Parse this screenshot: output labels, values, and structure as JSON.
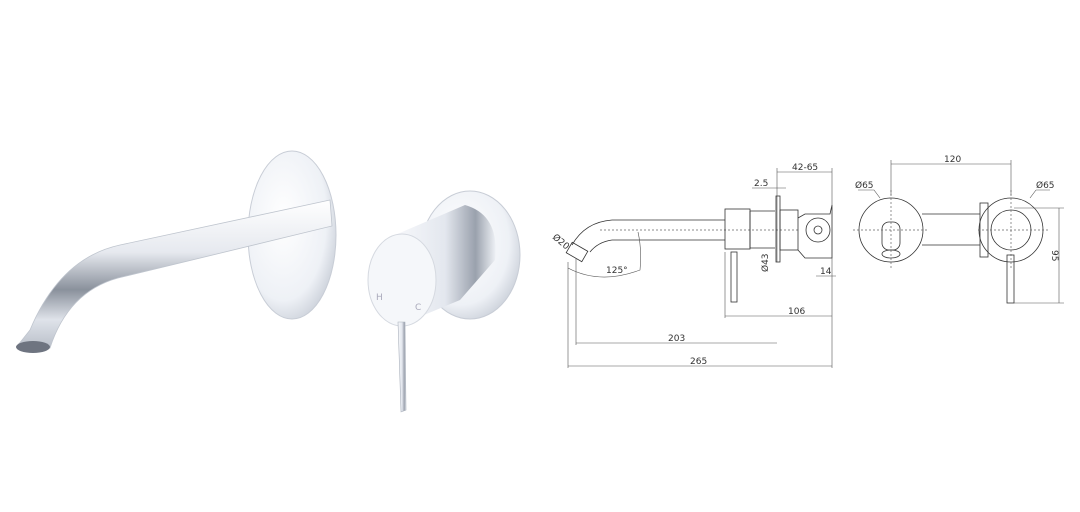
{
  "product_photo": {
    "handle_markings": {
      "hot": "H",
      "cold": "C"
    }
  },
  "side_view": {
    "spout_diameter": "Ø20",
    "spout_angle": "125°",
    "plate_thickness": "2.5",
    "wall_depth_range": "42-65",
    "body_diameter": "Ø43",
    "backbox_offset": "14",
    "body_to_wall": "106",
    "spout_projection": "203",
    "overall_length": "265"
  },
  "front_view": {
    "spout_plate_diameter": "Ø65",
    "mixer_plate_diameter": "Ø65",
    "centres": "120",
    "handle_height": "95"
  },
  "colors": {
    "line": "#333333",
    "chrome_light": "#f4f6fa",
    "chrome_dark": "#7a8290"
  }
}
